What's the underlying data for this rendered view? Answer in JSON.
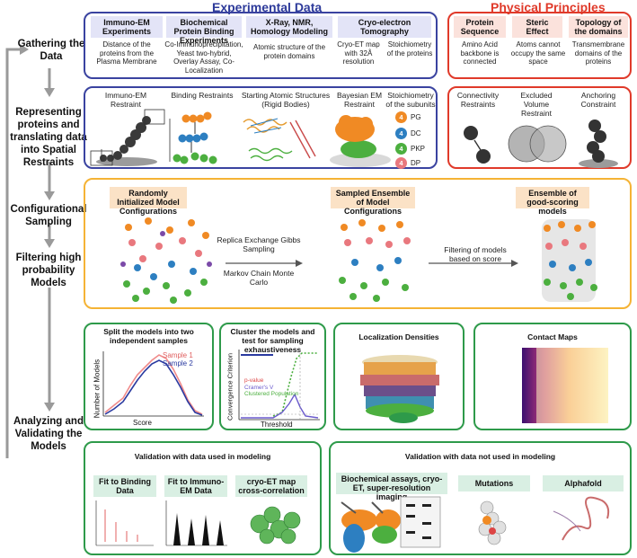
{
  "headers": {
    "experimental": "Experimental Data",
    "physical": "Physical Principles"
  },
  "stages": {
    "gathering": "Gathering the Data",
    "representing": "Representing proteins and translating data into Spatial Restraints",
    "sampling": "Configurational Sampling",
    "filtering": "Filtering high probability Models",
    "analyzing": "Analyzing and Validating the Models"
  },
  "experimental_sources": [
    {
      "title": "Immuno-EM Experiments",
      "desc": "Distance of the proteins from the Plasma Membrane"
    },
    {
      "title": "Biochemical Protein Binding Experiments",
      "desc": "Co-Immunoprecipitation, Yeast two-hybrid, Overlay Assay, Co-Localization"
    },
    {
      "title": "X-Ray, NMR, Homology Modeling",
      "desc": "Atomic structure of the protein domains"
    },
    {
      "title": "Cryo-electron Tomography",
      "desc": "Cryo-ET map with 32Å resolution",
      "desc2": "Stoichiometry of the proteins"
    }
  ],
  "physical_sources": [
    {
      "title": "Protein Sequence",
      "desc": "Amino Acid backbone is connected"
    },
    {
      "title": "Steric Effect",
      "desc": "Atoms cannot occupy the same space"
    },
    {
      "title": "Topology of the domains",
      "desc": "Transmembrane domains of the proteins"
    }
  ],
  "experimental_restraints": [
    "Immuno-EM Restraint",
    "Binding Restraints",
    "Starting Atomic Structures (Rigid Bodies)",
    "Bayesian EM Restraint",
    "Stoichiometry of the subunits"
  ],
  "physical_restraints": [
    "Connectivity Restraints",
    "Excluded Volume Restraint",
    "Anchoring Constraint"
  ],
  "stoichiometry_legend": [
    {
      "count": "4",
      "name": "PG",
      "color": "#f08a24"
    },
    {
      "count": "4",
      "name": "DC",
      "color": "#2d7fc1"
    },
    {
      "count": "4",
      "name": "PKP",
      "color": "#4caf3f"
    },
    {
      "count": "4",
      "name": "DP",
      "color": "#e9787e"
    }
  ],
  "sampling": {
    "initial": "Randomly Initialized Model Configurations",
    "method": "Replica Exchange Gibbs Sampling",
    "method2": "Markov Chain Monte Carlo",
    "sampled": "Sampled Ensemble of Model Configurations",
    "filter": "Filtering of models based on score",
    "good": "Ensemble of good-scoring models"
  },
  "analysis": {
    "split_title": "Split the models into two independent samples",
    "split_legend": [
      "Sample 1",
      "Sample 2"
    ],
    "split_ylabel": "Number of Models",
    "split_xlabel": "Score",
    "cluster_title": "Cluster the models and test for sampling exhaustiveness",
    "cluster_ylabel": "Convergence Criterion",
    "cluster_xlabel": "Threshold",
    "cluster_legend": [
      "p-value",
      "Cramer's V",
      "Clustered Population"
    ],
    "density_title": "Localization Densities",
    "contact_title": "Contact Maps"
  },
  "validation_used": {
    "title": "Validation with data used in modeling",
    "items": [
      "Fit to Binding Data",
      "Fit to Immuno-EM Data",
      "cryo-ET map cross-correlation"
    ]
  },
  "validation_unused": {
    "title": "Validation with data not used in modeling",
    "items": [
      "Biochemical  assays, cryo-ET, super-resolution imaging",
      "Mutations",
      "Alphafold"
    ]
  },
  "colors": {
    "blue_border": "#3a43a0",
    "red_border": "#e03a2a",
    "orange_border": "#f5b335",
    "green_border": "#2e9a4a",
    "arrow": "#9a9a9a"
  }
}
